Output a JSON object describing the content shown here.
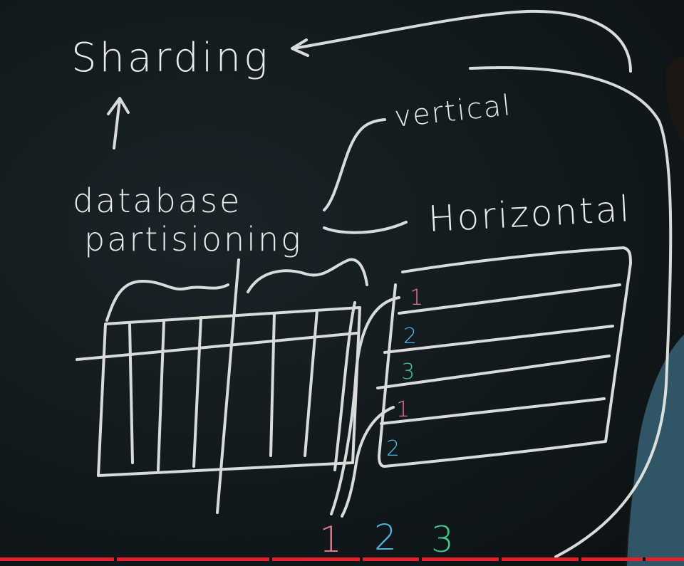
{
  "board": {
    "title": "Sharding",
    "concept_line1": "database",
    "concept_line2": "partisioning",
    "branch_vertical": "vertical",
    "branch_horizontal": "Horizontal"
  },
  "row_labels": [
    "1",
    "2",
    "3",
    "1",
    "2"
  ],
  "shard_labels": [
    "1",
    "2",
    "3"
  ],
  "colors": {
    "chalk": "#e9ecea",
    "shard_1": "#e8768a",
    "shard_2": "#4fb3e0",
    "shard_3": "#3fc98f",
    "progress": "#e3212b",
    "shirt": "#2f5566"
  },
  "video": {
    "progress_fraction": 1.0
  }
}
